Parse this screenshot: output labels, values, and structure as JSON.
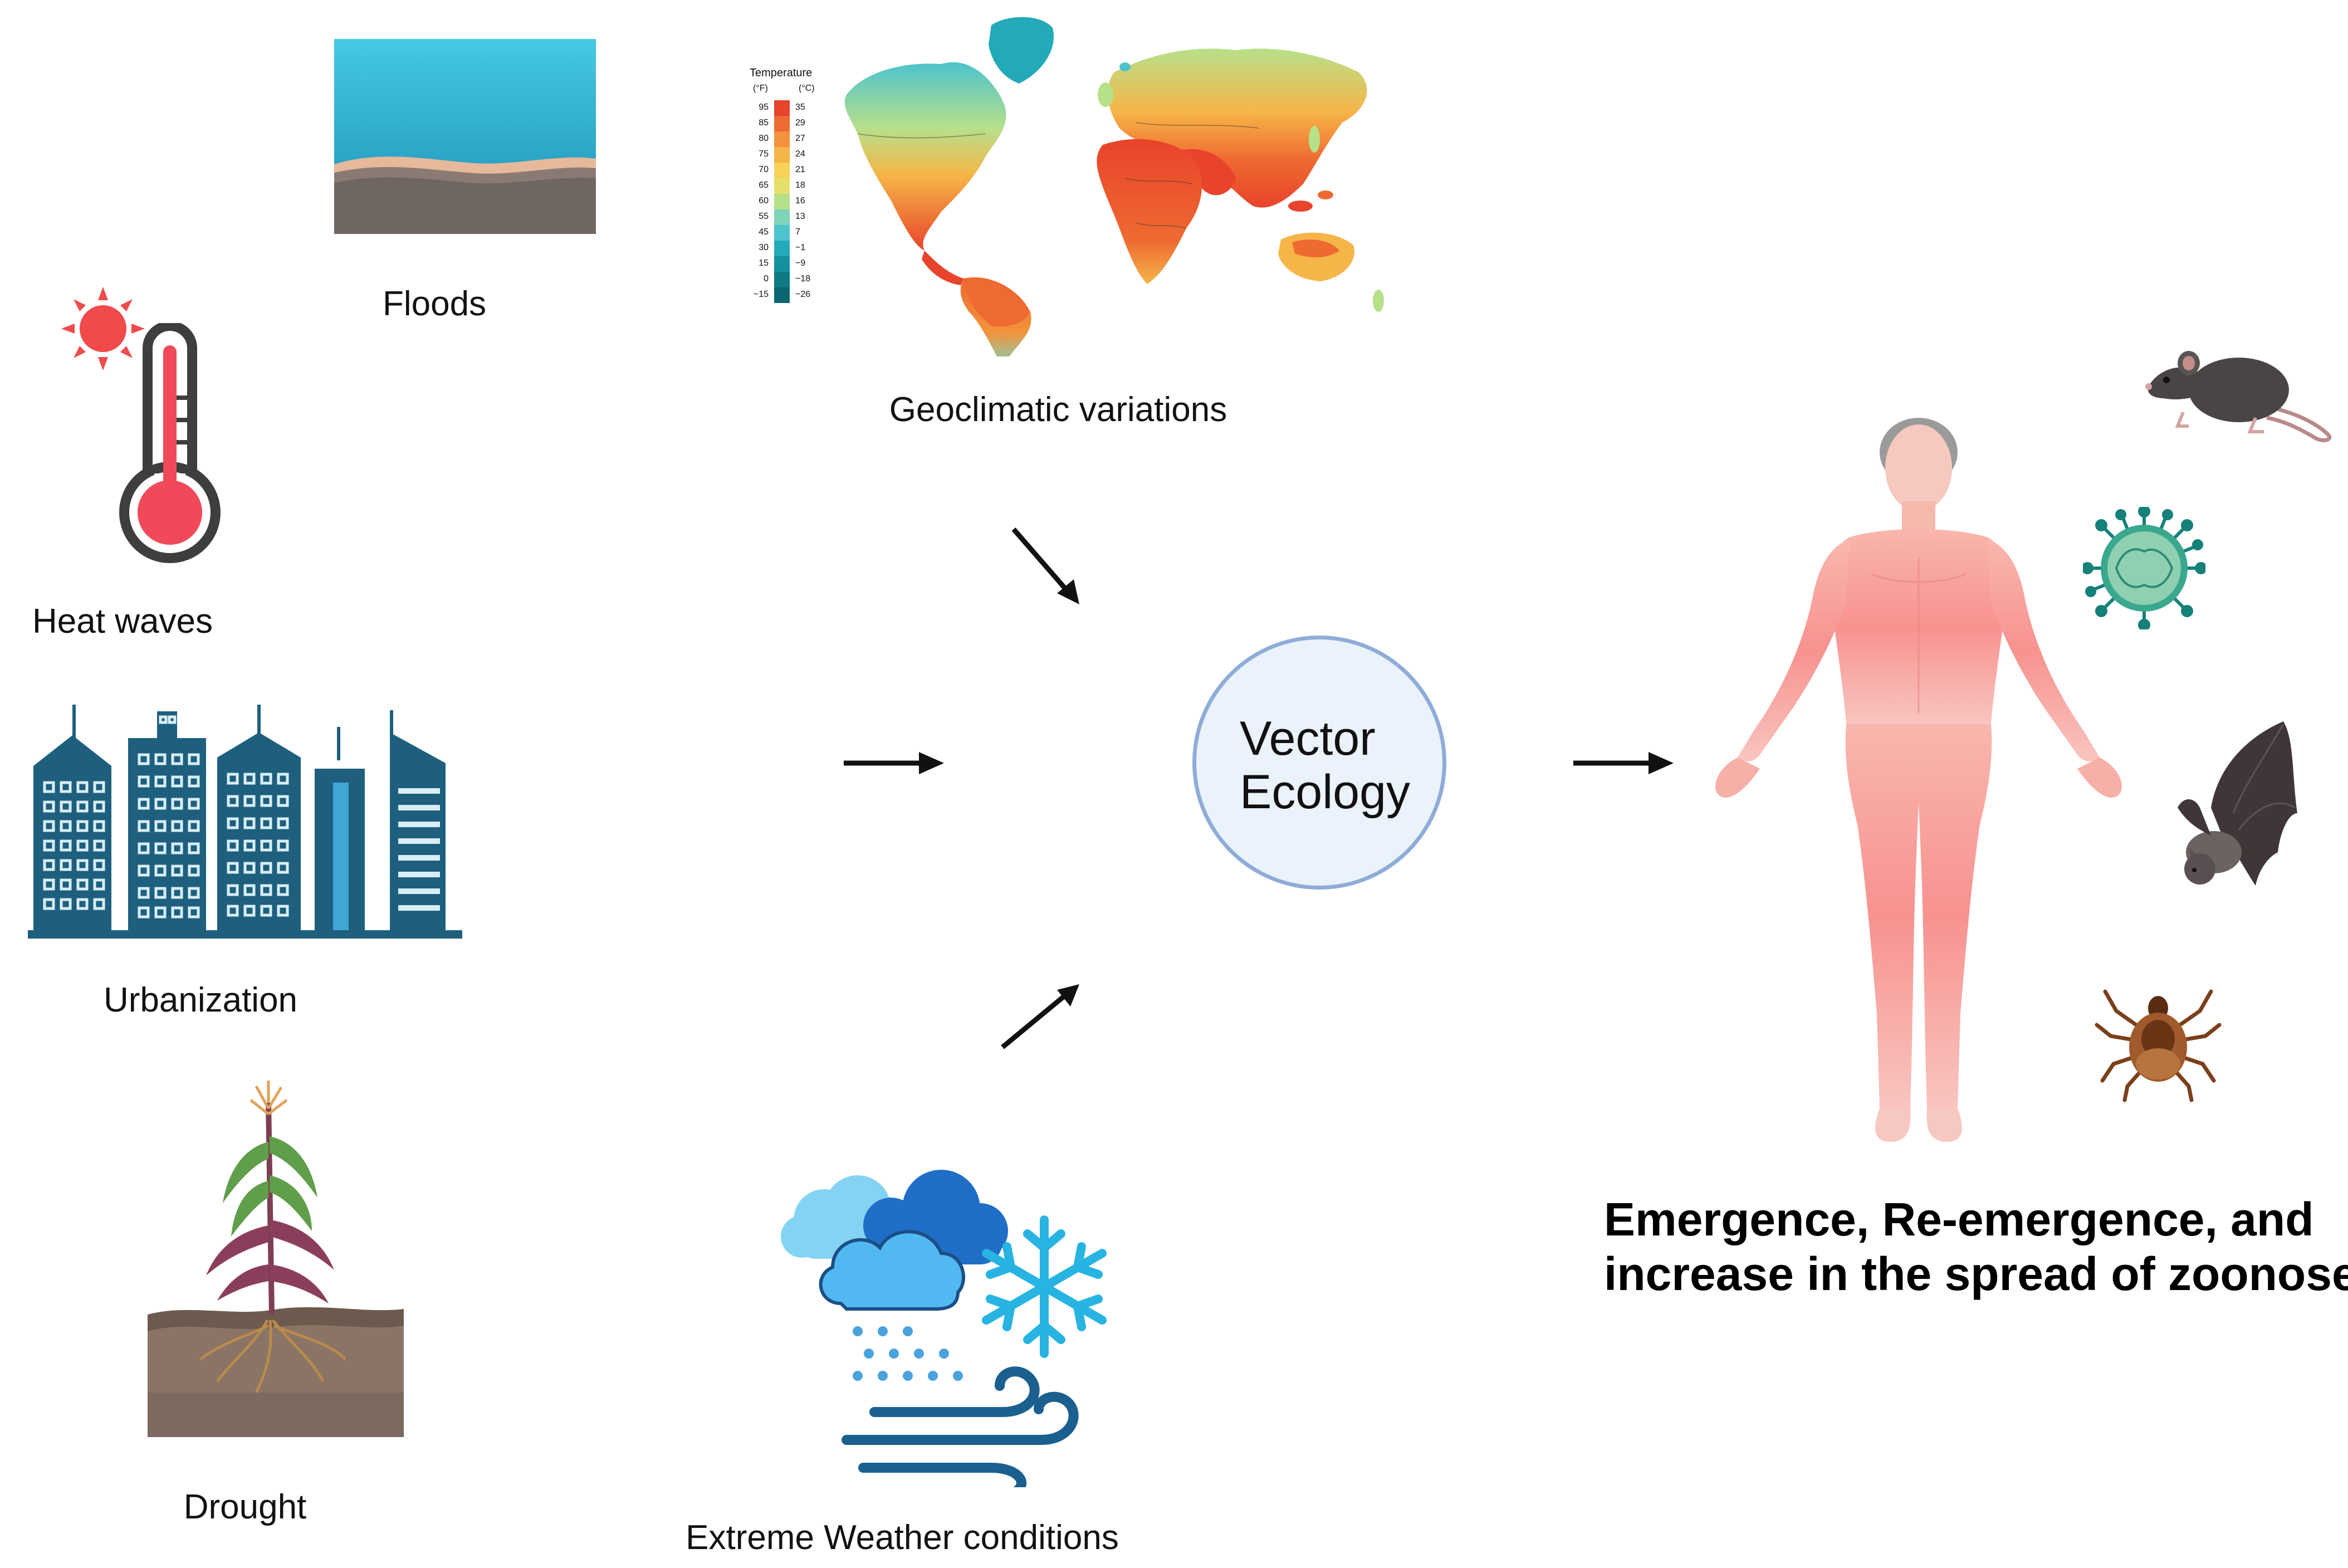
{
  "factors": {
    "floods": "Floods",
    "heat_waves": "Heat waves",
    "urbanization": "Urbanization",
    "drought": "Drought",
    "geoclimatic": "Geoclimatic variations",
    "extreme_weather": "Extreme Weather conditions"
  },
  "legend": {
    "title": "Temperature",
    "unit_f": "(°F)",
    "unit_c": "(°C)",
    "f_values": [
      "95",
      "85",
      "80",
      "75",
      "70",
      "65",
      "60",
      "55",
      "45",
      "30",
      "15",
      "0",
      "−15"
    ],
    "c_values": [
      "35",
      "29",
      "27",
      "24",
      "21",
      "18",
      "16",
      "13",
      "7",
      "−1",
      "−9",
      "−18",
      "−26"
    ],
    "colors": [
      "#e8432b",
      "#ee6a31",
      "#f3923a",
      "#f6b548",
      "#f7d257",
      "#e6e06a",
      "#b7e08a",
      "#7fd3b8",
      "#4cc3cd",
      "#23aab9",
      "#14909f",
      "#0d7a86",
      "#0a6670"
    ]
  },
  "center": {
    "line1": "Vector",
    "line2": "Ecology"
  },
  "conclusion": {
    "line1": "Emergence, Re-emergence, and",
    "line2": "increase in the spread of zoonoses"
  },
  "colors": {
    "circle_fill": "#eaf2fb",
    "circle_border": "#8eacd8",
    "body_skin": "#f7a3a0",
    "building": "#1e5f7e",
    "snow": "#27b4e3"
  },
  "icons": [
    "thermometer-icon",
    "sun-icon",
    "flood-icon",
    "world-map-icon",
    "city-icon",
    "corn-plant-icon",
    "weather-icon",
    "rat-icon",
    "virus-icon",
    "bat-icon",
    "tick-icon",
    "human-body-icon"
  ]
}
